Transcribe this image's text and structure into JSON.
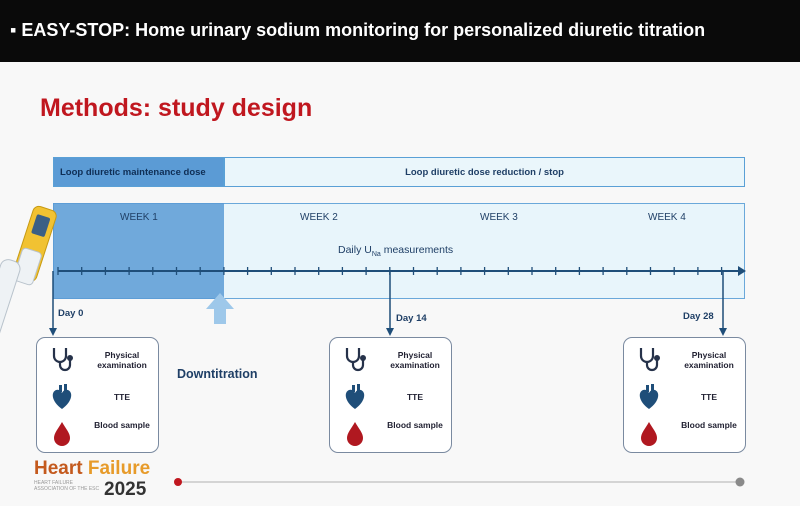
{
  "header": {
    "title": "▪ EASY-STOP: Home urinary sodium monitoring for personalized diuretic titration"
  },
  "slide": {
    "title": "Methods: study design",
    "bands": {
      "maintenance": "Loop diuretic maintenance dose",
      "reduction": "Loop diuretic dose reduction / stop"
    },
    "weeks": [
      "WEEK 1",
      "WEEK 2",
      "WEEK 3",
      "WEEK 4"
    ],
    "daily_measure": {
      "prefix": "Daily U",
      "sub": "Na",
      "suffix": " measurements"
    },
    "days": [
      "Day 0",
      "Day 14",
      "Day 28"
    ],
    "downtitration": "Downtitration",
    "card": {
      "exam": "Physical examination",
      "tte": "TTE",
      "blood": "Blood sample"
    },
    "logo": {
      "part1": "Heart ",
      "part2": "Failure",
      "sub": "HEART FAILURE ASSOCIATION OF THE ESC",
      "year": "2025"
    }
  },
  "colors": {
    "accent_red": "#c0171f",
    "timeline_blue": "#1f4e79",
    "band_blue": "#5b9bd5"
  }
}
